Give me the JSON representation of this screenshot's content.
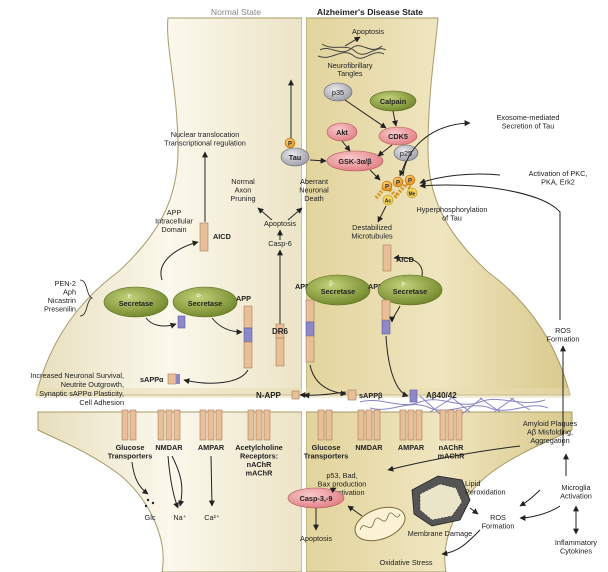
{
  "titles": {
    "normal": "Normal State",
    "alzheimer": "Alzheimer's Disease State"
  },
  "top": {
    "apoptosis": "Apoptosis",
    "tangles": [
      "Neurofibrillary",
      "Tangles"
    ],
    "p35": "p35",
    "calpain": "Calpain",
    "akt": "Akt",
    "cdk5": "CDK5",
    "p25": "p25",
    "tau": "Tau",
    "gsk": "GSK-3α/β",
    "exosome": [
      "Exosome-mediated",
      "Secretion of Tau"
    ],
    "nuclear": [
      "Nuclear translocation",
      "Transcriptional regulation"
    ],
    "pkc": [
      "Activation of PKC,",
      "PKA, Erk2"
    ],
    "hyperphos": [
      "Hyperphosphorylation",
      "of Tau"
    ],
    "destab": [
      "Destabilized",
      "Microtubules"
    ],
    "normal_axon": [
      "Normal",
      "Axon",
      "Pruning"
    ],
    "aberrant": [
      "Aberrant",
      "Neuronal",
      "Death"
    ],
    "apoptosis_mid": "Apoptosis",
    "casp6": "Casp-6",
    "ros_right": [
      "ROS",
      "Formation"
    ],
    "p": "P",
    "me": "Me",
    "ac": "Ac"
  },
  "membrane": {
    "app_intra": [
      "APP",
      "Intracellular",
      "Domain"
    ],
    "aicd": "AICD",
    "aicd_right": "AICD",
    "gamma_complex": [
      "PEN-2",
      "Aph",
      "Nicastrin",
      "Presenilin"
    ],
    "gamma": "γ-",
    "alpha": "α-",
    "beta": "β-",
    "gamma2": "γ-",
    "secretase": "Secretase",
    "app": "APP",
    "dr6": "DR6"
  },
  "middle": {
    "survival": [
      "Increased Neuronal Survival,",
      "Neutrite Outgrowth,",
      "Synaptic sAPPα Plasticity,",
      "Cell Adhesion"
    ],
    "sapp_alpha": "sAPPα",
    "napp": "N-APP",
    "sapp_beta": "sAPPβ",
    "abeta": "Aβ40/42",
    "plaques": [
      "Amyloid Plaques",
      "Aβ Misfolding,",
      "Aggregation"
    ]
  },
  "bottom": {
    "glucose": [
      "Glucose",
      "Transporters"
    ],
    "nmdar": "NMDAR",
    "ampar": "AMPAR",
    "ach": [
      "Acetylcholine",
      "Receptors:",
      "nAChR",
      "mAChR"
    ],
    "nachr": [
      "nAChR",
      "mAChR"
    ],
    "glc": "Glc",
    "na": "Na⁺",
    "ca": "Ca²⁺",
    "p53": [
      "p53, Bad,",
      "Bax production",
      "and activation"
    ],
    "casp39": "Casp-3,-9",
    "apoptosis_b": "Apoptosis",
    "lipid": [
      "Lipid",
      "Peroxidation"
    ],
    "membrane_damage": "Membrane Damage",
    "ros_b": [
      "ROS",
      "Formation"
    ],
    "oxidative": "Oxidative Stress",
    "microglia": [
      "Microglia",
      "Activation"
    ],
    "inflammatory": [
      "Inflammatory",
      "Cytokines"
    ]
  },
  "colors": {
    "cell_light": "#f6f1dc",
    "cell_right": "#ece0b2",
    "secretase": "#98ae46",
    "receptor": "#e9bf99",
    "apptail": "#8d88c9",
    "pink": "#f2a2a6",
    "tau": "#c9c9d0",
    "fibril": "#8a86c4"
  }
}
